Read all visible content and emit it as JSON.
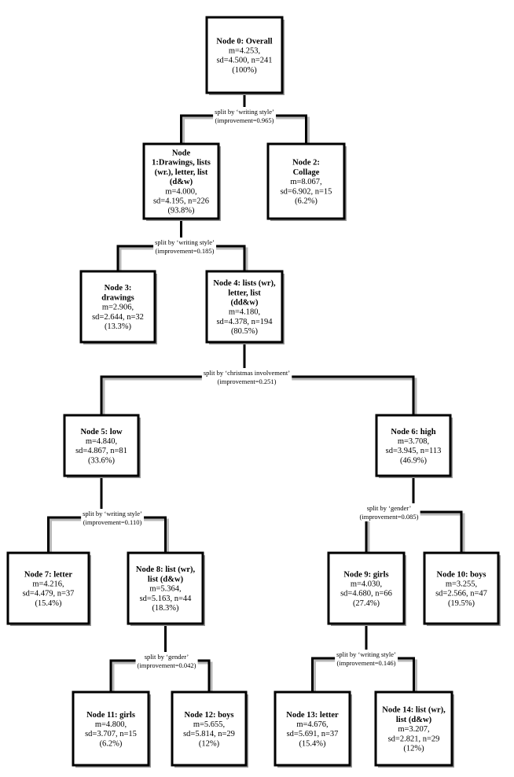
{
  "nodes": [
    {
      "id": 0,
      "title": [
        "Node 0: Overall"
      ],
      "stats": [
        "m=4.253,",
        "sd=4.500, n=241",
        "(100%)"
      ]
    },
    {
      "id": 1,
      "title": [
        "Node",
        "1:Drawings, lists",
        "(wr.), letter, list",
        "(d&w)"
      ],
      "stats": [
        "m=4.000,",
        "sd=4.195, n=226",
        "(93.8%)"
      ]
    },
    {
      "id": 2,
      "title": [
        "Node 2:",
        "Collage"
      ],
      "stats": [
        "m=8.067,",
        "sd=6.902, n=15",
        "(6.2%)"
      ]
    },
    {
      "id": 3,
      "title": [
        "Node 3:",
        "drawings"
      ],
      "stats": [
        "m=2.906,",
        "sd=2.644, n=32",
        "(13.3%)"
      ]
    },
    {
      "id": 4,
      "title": [
        "Node 4: lists (wr),",
        "letter, list",
        "(dd&w)"
      ],
      "stats": [
        "m=4.180,",
        "sd=4.378, n=194",
        "(80.5%)"
      ]
    },
    {
      "id": 5,
      "title": [
        "Node 5: low"
      ],
      "stats": [
        "m=4.840,",
        "sd=4.867, n=81",
        "(33.6%)"
      ]
    },
    {
      "id": 6,
      "title": [
        "Node 6: high"
      ],
      "stats": [
        "m=3.708,",
        "sd=3.945, n=113",
        "(46.9%)"
      ]
    },
    {
      "id": 7,
      "title": [
        "Node 7: letter"
      ],
      "stats": [
        "m=4.216,",
        "sd=4.479, n=37",
        "(15.4%)"
      ]
    },
    {
      "id": 8,
      "title": [
        "Node 8: list (wr),",
        "list (d&w)"
      ],
      "stats": [
        "m=5.364,",
        "sd=5.163, n=44",
        "(18.3%)"
      ]
    },
    {
      "id": 9,
      "title": [
        "Node 9: girls"
      ],
      "stats": [
        "m=4.030,",
        "sd=4.680, n=66",
        "(27.4%)"
      ]
    },
    {
      "id": 10,
      "title": [
        "Node 10: boys"
      ],
      "stats": [
        "m=3.255,",
        "sd=2.566, n=47",
        "(19.5%)"
      ]
    },
    {
      "id": 11,
      "title": [
        "Node 11: girls"
      ],
      "stats": [
        "m=4.800,",
        "sd=3.707, n=15",
        "(6.2%)"
      ]
    },
    {
      "id": 12,
      "title": [
        "Node 12: boys"
      ],
      "stats": [
        "m=5.655,",
        "sd=5.814, n=29",
        "(12%)"
      ]
    },
    {
      "id": 13,
      "title": [
        "Node 13: letter"
      ],
      "stats": [
        "m=4.676,",
        "sd=5.691, n=37",
        "(15.4%)"
      ]
    },
    {
      "id": 14,
      "title": [
        "Node 14: list (wr),",
        "list (d&w)"
      ],
      "stats": [
        "m=3.207,",
        "sd=2.821, n=29",
        "(12%)"
      ]
    }
  ],
  "splits": [
    {
      "parent": 0,
      "children": [
        1,
        2
      ],
      "label": "split by ‘writing style’",
      "improvement": "(improvement=0.965)"
    },
    {
      "parent": 1,
      "children": [
        3,
        4
      ],
      "label": "split by ‘writing style’",
      "improvement": "(improvement=0.185)"
    },
    {
      "parent": 4,
      "children": [
        5,
        6
      ],
      "label": "split by ‘christmas involvement’",
      "improvement": "(improvement=0.251)"
    },
    {
      "parent": 5,
      "children": [
        7,
        8
      ],
      "label": "split by ‘writing style’",
      "improvement": "(improvement=0.110)"
    },
    {
      "parent": 6,
      "children": [
        9,
        10
      ],
      "label": "split by ‘gender’",
      "improvement": "(improvement=0.085)"
    },
    {
      "parent": 8,
      "children": [
        11,
        12
      ],
      "label": "split by ‘gender’",
      "improvement": "(improvement=0.042)"
    },
    {
      "parent": 9,
      "children": [
        13,
        14
      ],
      "label": "split by ‘writing style’",
      "improvement": "(improvement=0.146)"
    }
  ]
}
